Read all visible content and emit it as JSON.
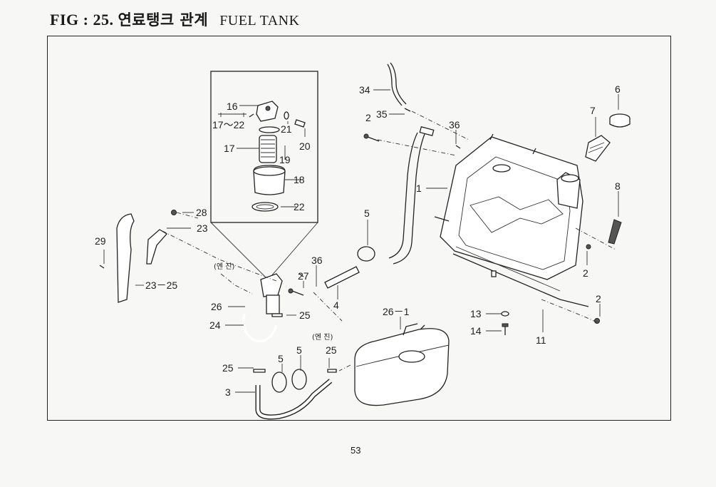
{
  "title": {
    "fig_label": "FIG : 25.",
    "korean": "연료탱크 관계",
    "english": "FUEL TANK"
  },
  "page_number": "53",
  "callouts": [
    {
      "id": "c1",
      "text": "1"
    },
    {
      "id": "c2a",
      "text": "2"
    },
    {
      "id": "c2b",
      "text": "2"
    },
    {
      "id": "c2c",
      "text": "2"
    },
    {
      "id": "c3",
      "text": "3"
    },
    {
      "id": "c4",
      "text": "4"
    },
    {
      "id": "c5a",
      "text": "5"
    },
    {
      "id": "c5b",
      "text": "5"
    },
    {
      "id": "c5c",
      "text": "5"
    },
    {
      "id": "c6",
      "text": "6"
    },
    {
      "id": "c7",
      "text": "7"
    },
    {
      "id": "c8",
      "text": "8"
    },
    {
      "id": "c11",
      "text": "11"
    },
    {
      "id": "c13",
      "text": "13"
    },
    {
      "id": "c14",
      "text": "14"
    },
    {
      "id": "c16",
      "text": "16"
    },
    {
      "id": "c17_22",
      "text": "17～22"
    },
    {
      "id": "c17",
      "text": "17"
    },
    {
      "id": "c18",
      "text": "18"
    },
    {
      "id": "c19",
      "text": "19"
    },
    {
      "id": "c20",
      "text": "20"
    },
    {
      "id": "c21",
      "text": "21"
    },
    {
      "id": "c22",
      "text": "22"
    },
    {
      "id": "c23a",
      "text": "23"
    },
    {
      "id": "c23_25",
      "text": "23－25"
    },
    {
      "id": "c24",
      "text": "24"
    },
    {
      "id": "c25a",
      "text": "25"
    },
    {
      "id": "c25b",
      "text": "25"
    },
    {
      "id": "c25c",
      "text": "25"
    },
    {
      "id": "c26",
      "text": "26"
    },
    {
      "id": "c26_1",
      "text": "26－1"
    },
    {
      "id": "c27",
      "text": "27"
    },
    {
      "id": "c28",
      "text": "28"
    },
    {
      "id": "c29",
      "text": "29"
    },
    {
      "id": "c34",
      "text": "34"
    },
    {
      "id": "c35",
      "text": "35"
    },
    {
      "id": "c36a",
      "text": "36"
    },
    {
      "id": "c36b",
      "text": "36"
    }
  ],
  "notes": {
    "engine_1": "(엔 진)",
    "engine_2": "(엔 진)"
  }
}
